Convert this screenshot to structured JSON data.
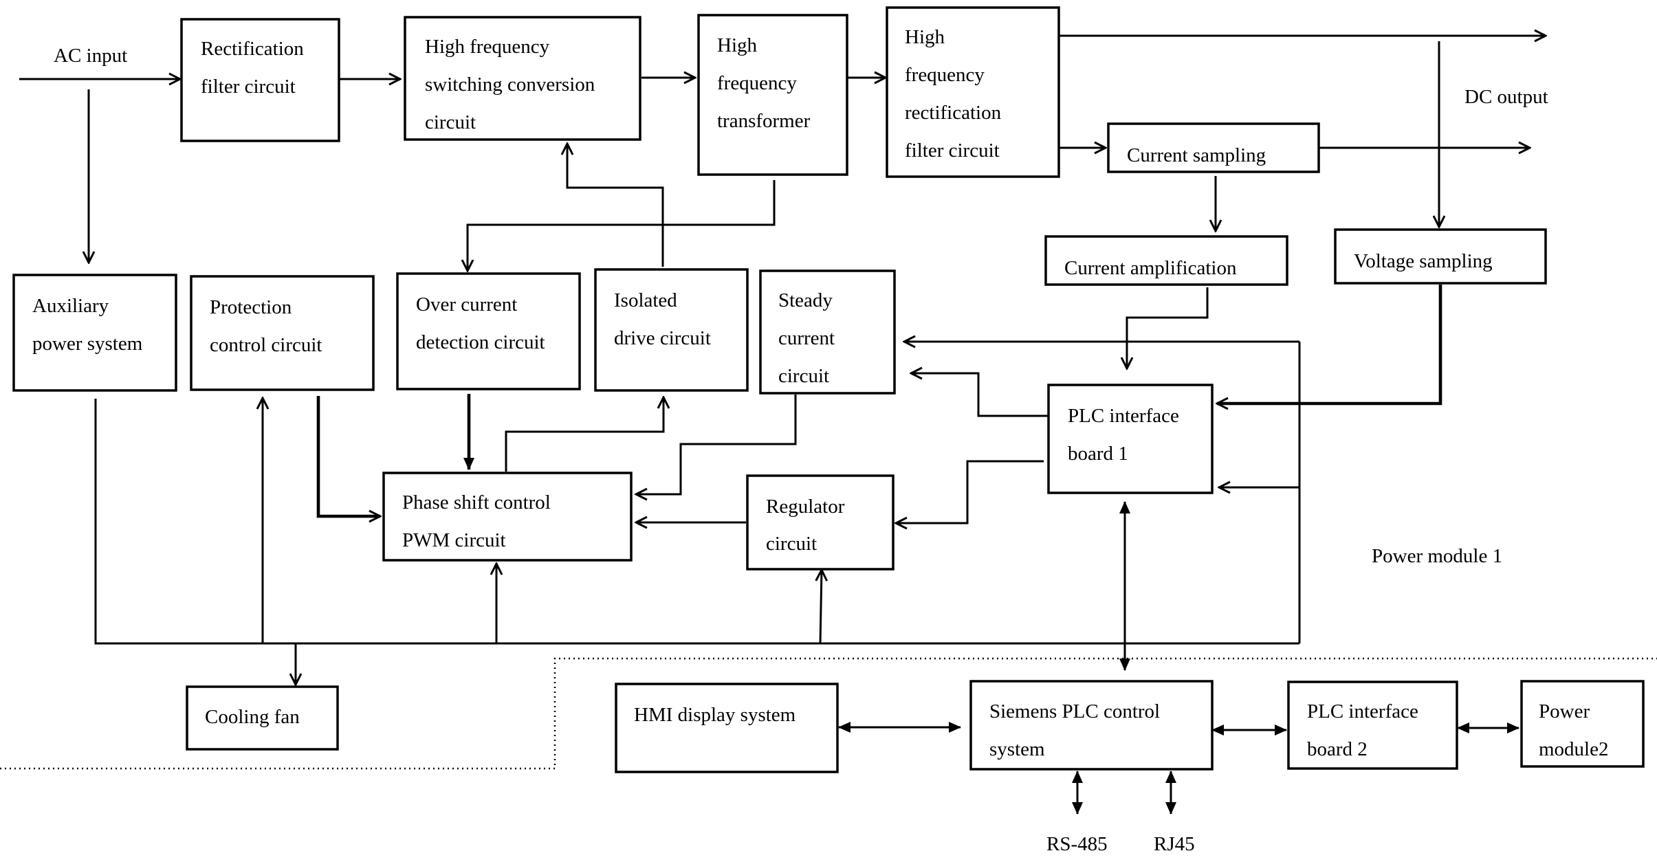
{
  "labels": {
    "ac_input": "AC input",
    "dc_output": "DC output",
    "power_module_1": "Power module 1",
    "rs485": "RS-485",
    "rj45": "RJ45"
  },
  "blocks": {
    "rectification_filter": [
      "Rectification",
      "filter circuit"
    ],
    "hf_switching": [
      "High frequency",
      "switching conversion",
      "circuit"
    ],
    "hf_transformer": [
      "High",
      "frequency",
      "transformer"
    ],
    "hf_rectification": [
      "High",
      "frequency",
      "rectification",
      "filter circuit"
    ],
    "current_sampling": [
      "Current sampling"
    ],
    "current_amplification": [
      "Current amplification"
    ],
    "voltage_sampling": [
      "Voltage sampling"
    ],
    "auxiliary_power": [
      "Auxiliary",
      "power system"
    ],
    "protection_control": [
      "Protection",
      "control circuit"
    ],
    "over_current": [
      "Over current",
      "detection circuit"
    ],
    "isolated_drive": [
      "Isolated",
      "drive circuit"
    ],
    "steady_current": [
      "Steady",
      "current",
      "circuit"
    ],
    "plc_interface_1": [
      "PLC interface",
      "board 1"
    ],
    "phase_shift_pwm": [
      "Phase shift control",
      "PWM circuit"
    ],
    "regulator": [
      "Regulator",
      "circuit"
    ],
    "cooling_fan": [
      "Cooling fan"
    ],
    "hmi_display": [
      "HMI display system"
    ],
    "siemens_plc": [
      "Siemens PLC control",
      "system"
    ],
    "plc_interface_2": [
      "PLC interface",
      "board 2"
    ],
    "power_module_2": [
      "Power",
      "module2"
    ]
  }
}
